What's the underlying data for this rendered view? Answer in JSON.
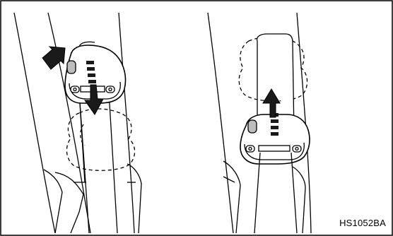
{
  "figure": {
    "code": "HS1052BA",
    "colors": {
      "line": "#000000",
      "fill": "#ffffff",
      "shade": "#bdbdbd",
      "dark": "#1a1a1a"
    },
    "panels": [
      {
        "name": "left",
        "push_arrow_icon": "arrow-right-down-icon",
        "motion_arrow_icon": "arrow-down-icon",
        "motion": "down"
      },
      {
        "name": "right",
        "motion_arrow_icon": "arrow-up-icon",
        "motion": "up"
      }
    ]
  }
}
